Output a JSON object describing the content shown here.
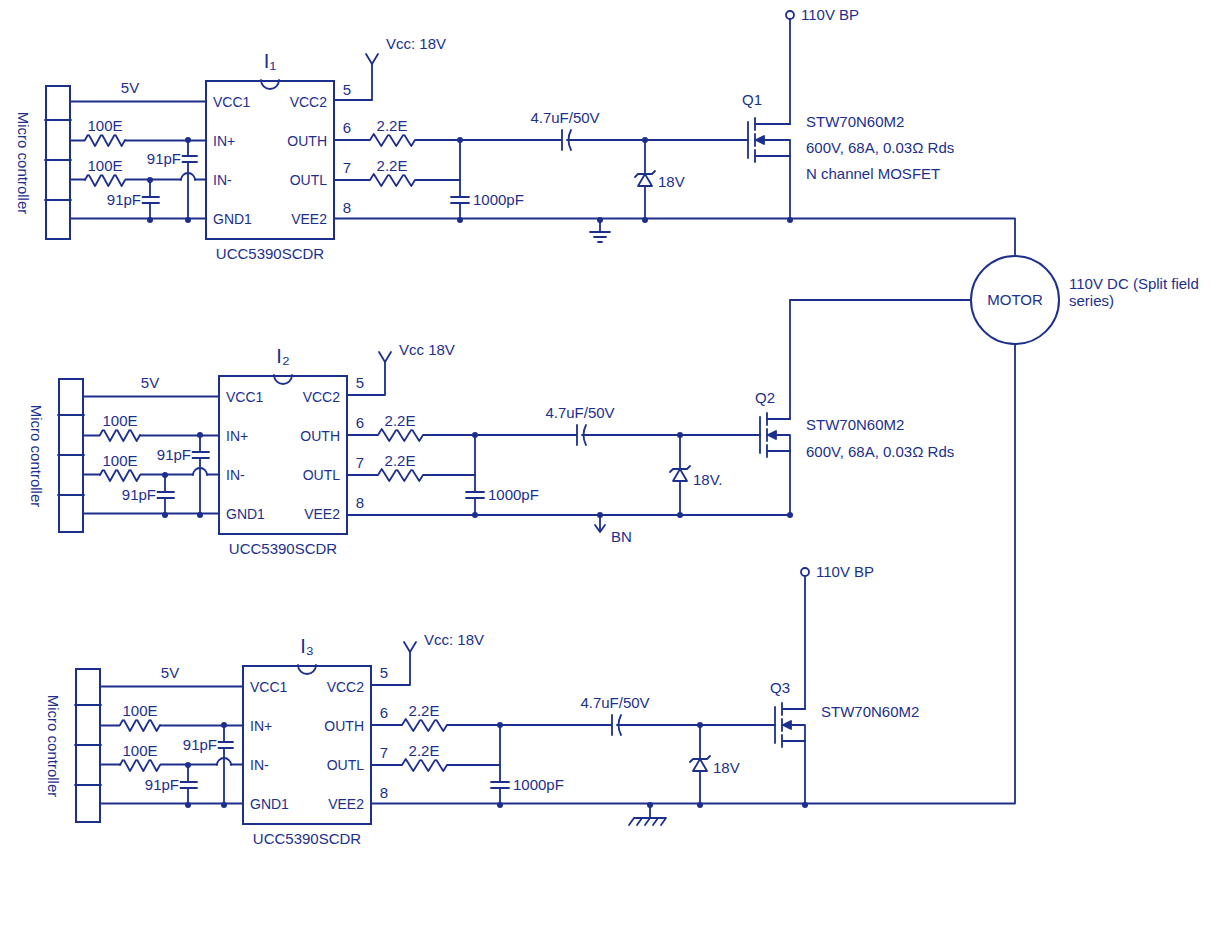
{
  "diagram": {
    "nodes": [
      {
        "text": [
          "Micro controller"
        ]
      },
      {
        "text": [
          "I₁",
          "VCC1",
          "IN+",
          "IN-",
          "GND1",
          "VCC2",
          "OUTH",
          "OUTL",
          "VEE2",
          "UCC5390SCDR"
        ]
      },
      {
        "text": [
          "MOTOR"
        ]
      },
      {
        "text": [
          "Micro controller"
        ]
      },
      {
        "text": [
          "I₂",
          "VCC1",
          "IN+",
          "IN-",
          "GND1",
          "VCC2",
          "OUTH",
          "OUTL",
          "VEE2",
          "UCC5390SCDR"
        ]
      },
      {
        "text": [
          "Micro controller"
        ]
      },
      {
        "text": [
          "I₃",
          "VCC1",
          "IN+",
          "IN-",
          "GND1",
          "VCC2",
          "OUTH",
          "OUTL",
          "VEE2",
          "UCC5390SCDR"
        ]
      }
    ],
    "edges": [
      {
        "from": 0,
        "to": 1,
        "arrow": "none"
      },
      {
        "from": 0,
        "to": 1,
        "arrow": "none"
      },
      {
        "from": 0,
        "to": 1,
        "arrow": "none"
      },
      {
        "from": 0,
        "to": 1,
        "arrow": "none"
      },
      {
        "from": 1,
        "to": 2,
        "arrow": "none"
      },
      {
        "from": 3,
        "to": 4,
        "arrow": "none"
      },
      {
        "from": 3,
        "to": 4,
        "arrow": "none"
      },
      {
        "from": 3,
        "to": 4,
        "arrow": "none"
      },
      {
        "from": 3,
        "to": 4,
        "arrow": "none"
      },
      {
        "from": 5,
        "to": 6,
        "arrow": "none"
      },
      {
        "from": 5,
        "to": 6,
        "arrow": "none"
      },
      {
        "from": 5,
        "to": 6,
        "arrow": "none"
      },
      {
        "from": 5,
        "to": 6,
        "arrow": "none"
      },
      {
        "from": 6,
        "to": 2,
        "arrow": "none"
      }
    ],
    "labels": [
      "5V",
      "100E",
      "100E",
      "91pF",
      "91pF",
      "5",
      "6",
      "7",
      "8",
      "Vcc: 18V",
      "2.2E",
      "2.2E",
      "1000pF",
      "4.7uF/50V",
      "18V",
      "Q1",
      "110V BP",
      "STW70N60M2",
      "600V, 68A, 0.03Ω Rds",
      "N channel MOSFET",
      "110V DC (Split field series)",
      "5V",
      "100E",
      "100E",
      "91pF",
      "91pF",
      "5",
      "6",
      "7",
      "8",
      "Vcc 18V",
      "2.2E",
      "2.2E",
      "1000pF",
      "4.7uF/50V",
      "18V.",
      "BN",
      "Q2",
      "STW70N60M2",
      "600V, 68A, 0.03Ω Rds",
      "5V",
      "100E",
      "100E",
      "91pF",
      "91pF",
      "5",
      "6",
      "7",
      "8",
      "Vcc: 18V",
      "2.2E",
      "2.2E",
      "1000pF",
      "4.7uF/50V",
      "18V",
      "Q3",
      "110V BP",
      "STW70N60M2"
    ]
  }
}
